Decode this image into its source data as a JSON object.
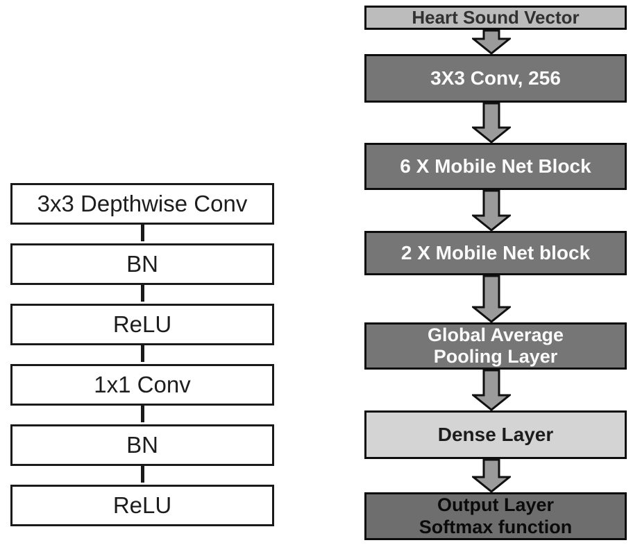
{
  "diagram": {
    "description": "MobileNet-based heart sound classification architecture",
    "left_stack": {
      "boxes": [
        {
          "label": "3x3 Depthwise Conv"
        },
        {
          "label": "BN"
        },
        {
          "label": "ReLU"
        },
        {
          "label": "1x1 Conv"
        },
        {
          "label": "BN"
        },
        {
          "label": "ReLU"
        }
      ]
    },
    "right_flow": {
      "boxes": [
        {
          "label": "Heart Sound Vector",
          "variant": "light"
        },
        {
          "label": "3X3  Conv, 256",
          "variant": "dark"
        },
        {
          "label": "6 X Mobile Net Block",
          "variant": "dark"
        },
        {
          "label": "2 X Mobile Net block",
          "variant": "dark"
        },
        {
          "label": "Global Average\nPooling Layer",
          "variant": "dark"
        },
        {
          "label": "Dense Layer",
          "variant": "lighter"
        },
        {
          "label": "Output Layer\nSoftmax function",
          "variant": "dark-black-text"
        }
      ]
    },
    "colors": {
      "background": "#ffffff",
      "left_box_fill": "#ffffff",
      "left_box_border": "#1a1a1a",
      "flow_dark_fill": "#767676",
      "flow_light_fill": "#bcbcbc",
      "flow_lighter_fill": "#d4d4d4",
      "flow_output_fill": "#6e6e6e",
      "flow_border": "#0d0d0d",
      "arrow_fill": "#9b9b9b",
      "arrow_outline": "#111111",
      "white_text": "#fafafa",
      "dark_text": "#1c1c1c"
    }
  }
}
